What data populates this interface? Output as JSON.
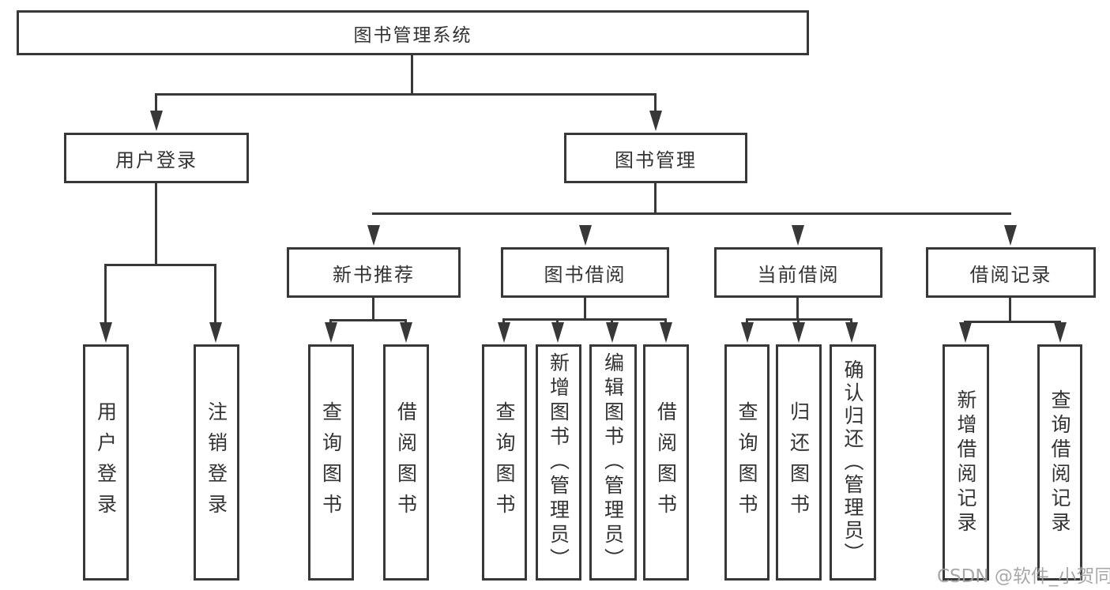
{
  "diagram": {
    "root": {
      "label": "图书管理系统",
      "children": [
        {
          "label": "用户登录",
          "children": [
            {
              "label": "用户登录"
            },
            {
              "label": "注销登录"
            }
          ]
        },
        {
          "label": "图书管理",
          "children": [
            {
              "label": "新书推荐",
              "children": [
                {
                  "label": "查询图书"
                },
                {
                  "label": "借阅图书"
                }
              ]
            },
            {
              "label": "图书借阅",
              "children": [
                {
                  "label": "查询图书"
                },
                {
                  "label": "新增图书（管理员）"
                },
                {
                  "label": "编辑图书（管理员）"
                },
                {
                  "label": "借阅图书"
                }
              ]
            },
            {
              "label": "当前借阅",
              "children": [
                {
                  "label": "查询图书"
                },
                {
                  "label": "归还图书"
                },
                {
                  "label": "确认归还（管理员）"
                }
              ]
            },
            {
              "label": "借阅记录",
              "children": [
                {
                  "label": "新增借阅记录"
                },
                {
                  "label": "查询借阅记录"
                }
              ]
            }
          ]
        }
      ]
    },
    "watermark": "CSDN @软件_小贺同学",
    "colors": {
      "line": "#383838",
      "text": "#333333",
      "background": "#ffffff",
      "watermark": "#9e9e9e"
    }
  }
}
